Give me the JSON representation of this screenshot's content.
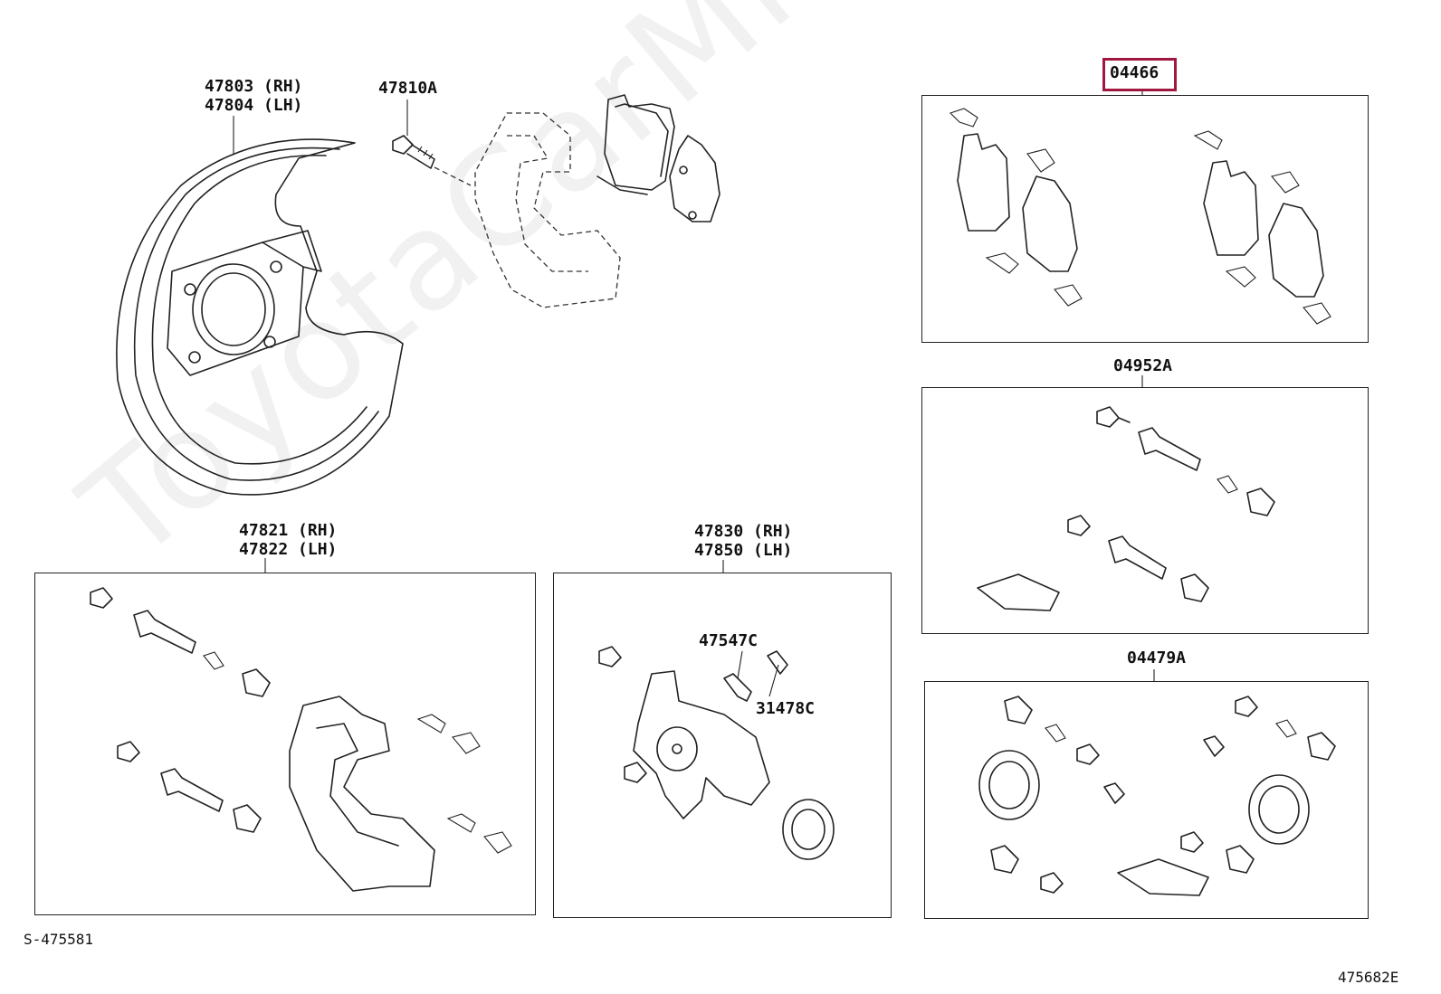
{
  "diagram": {
    "labels": {
      "shield": [
        "47803 (RH)",
        "47804 (LH)"
      ],
      "bolt": "47810A",
      "pad_kit": "04466",
      "slide_pin_kit": "04952A",
      "mounting_kit": [
        "47821 (RH)",
        "47822 (LH)"
      ],
      "caliper": [
        "47830 (RH)",
        "47850 (LH)"
      ],
      "bleeder": "47547C",
      "bleeder_cap": "31478C",
      "seal_kit": "04479A"
    },
    "highlight_color": "#a0183f",
    "watermark": "ToyotaCarMiner.ru",
    "footer_left": "S-475581",
    "footer_right": "475682E"
  }
}
